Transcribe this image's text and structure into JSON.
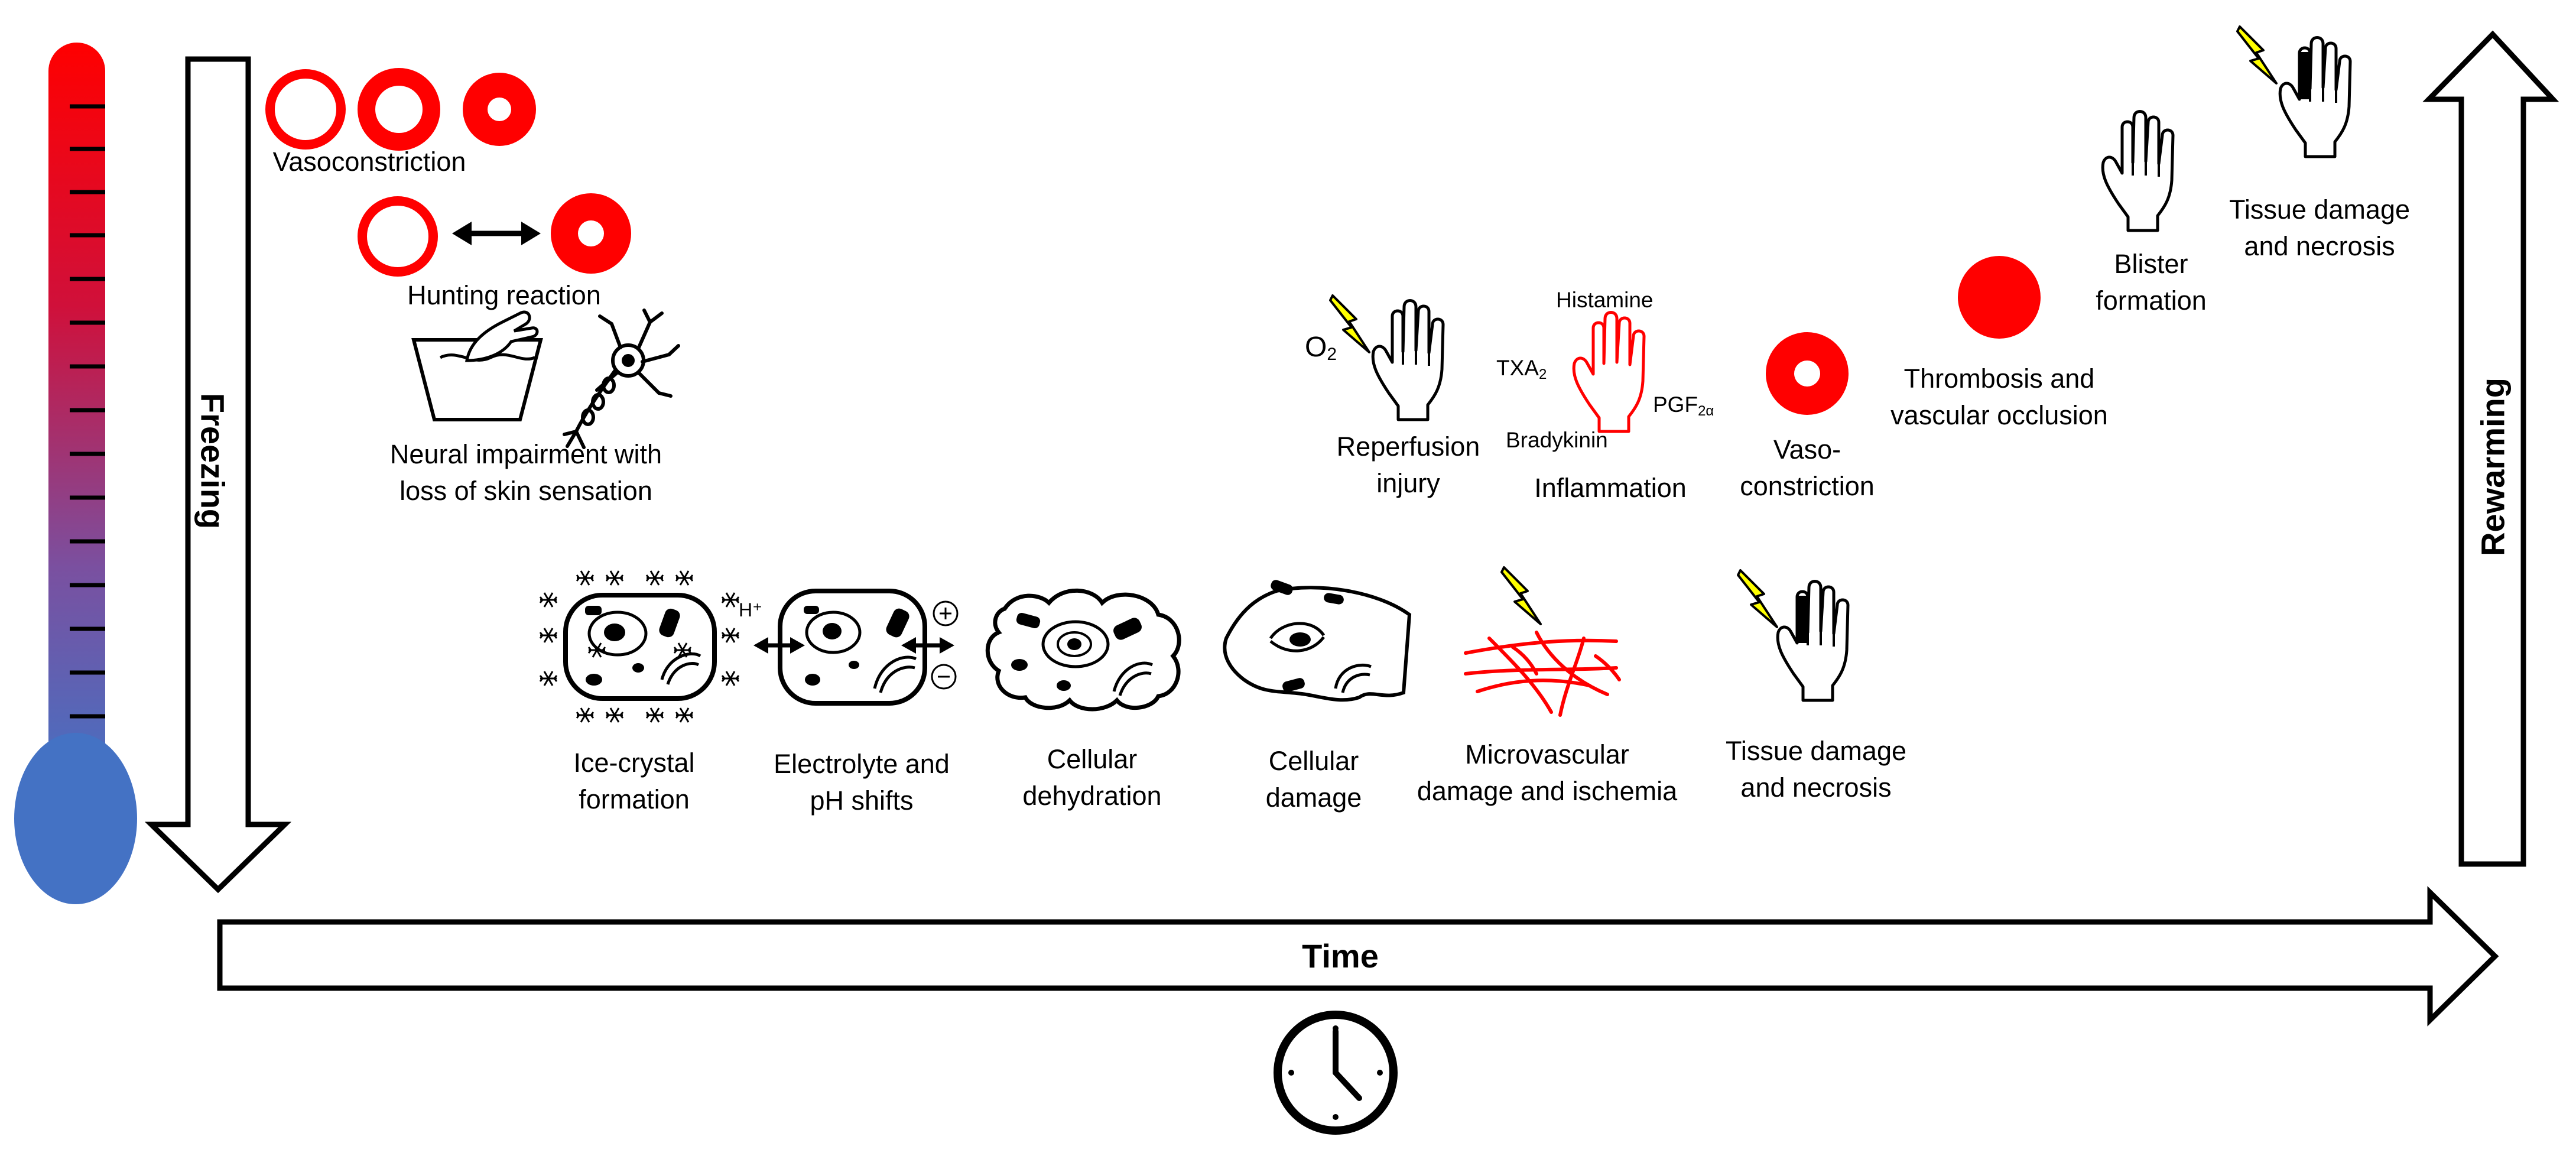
{
  "axes": {
    "freezing": "Freezing",
    "rewarming": "Rewarming",
    "time": "Time"
  },
  "labels": {
    "vasoconstriction": "Vasoconstriction",
    "hunting_reaction": "Hunting reaction",
    "neural_impairment": [
      "Neural impairment with",
      "loss of skin sensation"
    ],
    "ice_crystal": [
      "Ice-crystal",
      "formation"
    ],
    "electrolyte": [
      "Electrolyte and",
      "pH shifts"
    ],
    "dehydration": [
      "Cellular",
      "dehydration"
    ],
    "cell_damage": [
      "Cellular",
      "damage"
    ],
    "microvascular": [
      "Microvascular",
      "damage and ischemia"
    ],
    "tissue_damage_freeze": [
      "Tissue damage",
      "and necrosis"
    ],
    "reperfusion": [
      "Reperfusion",
      "injury"
    ],
    "inflammation": "Inflammation",
    "vaso2": [
      "Vaso-",
      "constriction"
    ],
    "thrombosis": [
      "Thrombosis and",
      "vascular occlusion"
    ],
    "blister": [
      "Blister",
      "formation"
    ],
    "tissue_damage_rewarm": [
      "Tissue damage",
      "and necrosis"
    ]
  },
  "mediators": {
    "histamine": "Histamine",
    "txa": "TXA",
    "txa_sub": "2",
    "pgf": "PGF",
    "pgf_sub": "2α",
    "bradykinin": "Bradykinin",
    "o2": "O",
    "o2_sub": "2",
    "h_plus": "H⁺"
  },
  "colors": {
    "vessel_red": "#ff0000",
    "lightning": "#ffff00",
    "thermo_top": "#ff0000",
    "thermo_bottom": "#4472c4",
    "outline": "#000000"
  }
}
